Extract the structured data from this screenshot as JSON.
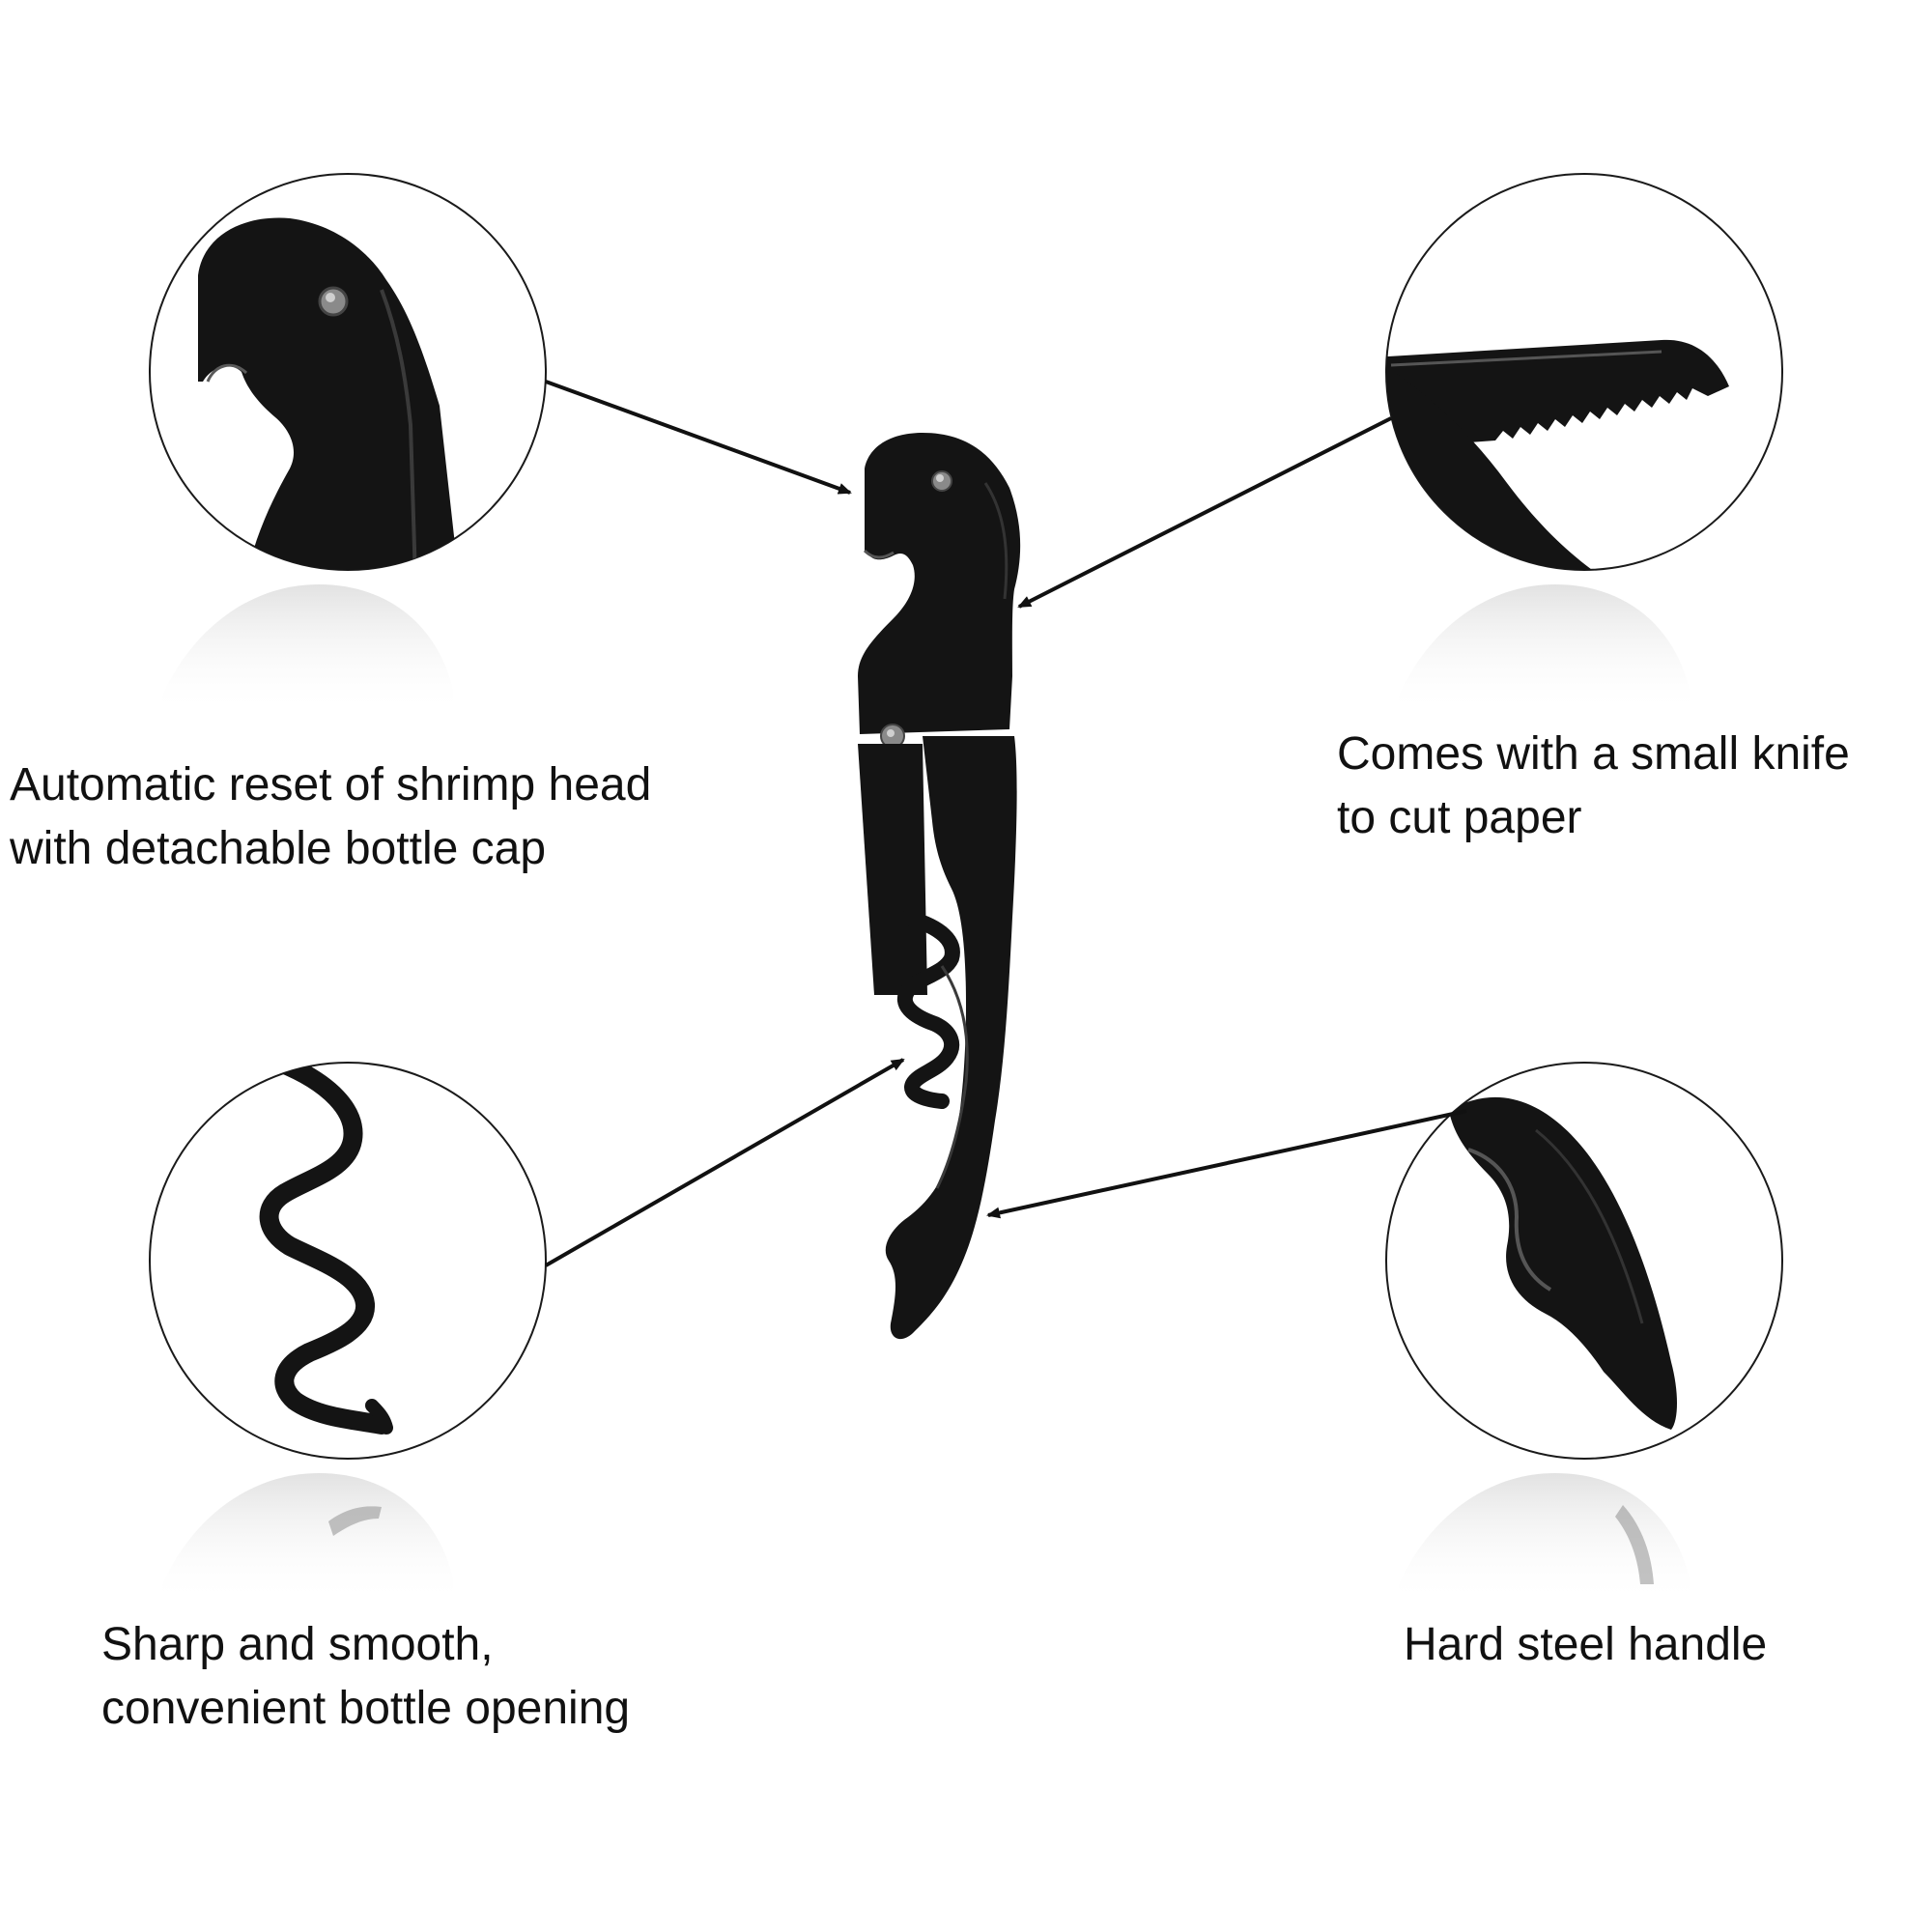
{
  "colors": {
    "background": "#ffffff",
    "product": "#141414",
    "outline": "#1a1a1a",
    "text": "#111111"
  },
  "callouts": [
    {
      "id": "shrimp-head",
      "icon": "shrimp-head-detail-icon",
      "lines": [
        "Automatic reset of shrimp head",
        "with detachable bottle cap"
      ]
    },
    {
      "id": "knife",
      "icon": "foil-knife-detail-icon",
      "lines": [
        "Comes with a small knife",
        "to cut paper"
      ]
    },
    {
      "id": "corkscrew",
      "icon": "corkscrew-spiral-detail-icon",
      "lines": [
        "Sharp and smooth,",
        "convenient bottle opening"
      ]
    },
    {
      "id": "handle",
      "icon": "steel-handle-detail-icon",
      "lines": [
        "Hard steel handle"
      ]
    }
  ],
  "product": {
    "icon": "waiters-corkscrew-icon"
  }
}
